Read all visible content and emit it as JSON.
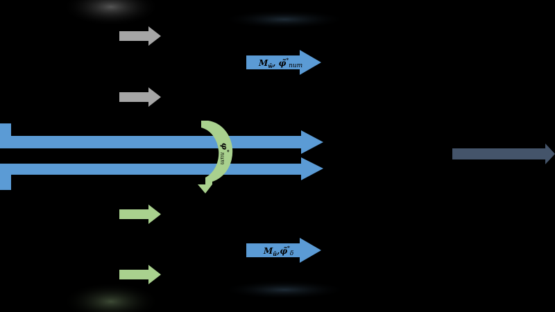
{
  "colors": {
    "blue": "#5b9bd5",
    "gray": "#a6a6a6",
    "green": "#a9d18e",
    "slate": "#44546a",
    "background": "#000000"
  },
  "labels": {
    "top": {
      "main": "M",
      "sub": "w̃",
      "sep": ", ",
      "phi": "φ̃",
      "sup": "*",
      "phisub": "num"
    },
    "curve": {
      "phi": "φ",
      "sup": "*",
      "phisub": "num"
    },
    "bottom": {
      "main": "M",
      "sub": "ũ",
      "sep": ",",
      "phi": "φ̃",
      "sup": "*",
      "phisub": "δ"
    }
  }
}
